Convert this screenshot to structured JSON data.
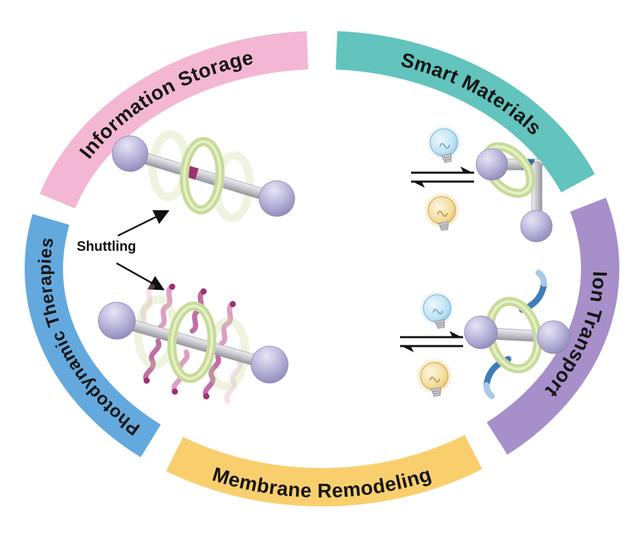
{
  "figure": {
    "title_hint": "rotaxane photo-switching applications wheel",
    "ring": {
      "label_color": "#151515",
      "segments": [
        {
          "id": "info",
          "label": "Information Storage",
          "color": "#f3b7d3"
        },
        {
          "id": "smart",
          "label": "Smart Materials",
          "color": "#63c3bd"
        },
        {
          "id": "ion",
          "label": "Ion Transport",
          "color": "#a78fca"
        },
        {
          "id": "membrane",
          "label": "Membrane Remodeling",
          "color": "#f9cf6e"
        },
        {
          "id": "photo",
          "label": "Photodynamic Therapies",
          "color": "#64a9dd"
        }
      ]
    },
    "center": {
      "shuttling_label": "Shuttling",
      "bulb_colors": {
        "blue": "#bfe3f4",
        "yellow": "#f3dc9e"
      },
      "icons": {
        "blue_bulb": "light-bulb-blue-icon",
        "yellow_bulb": "light-bulb-yellow-icon",
        "equilibrium": "equilibrium-arrows-icon"
      }
    }
  }
}
